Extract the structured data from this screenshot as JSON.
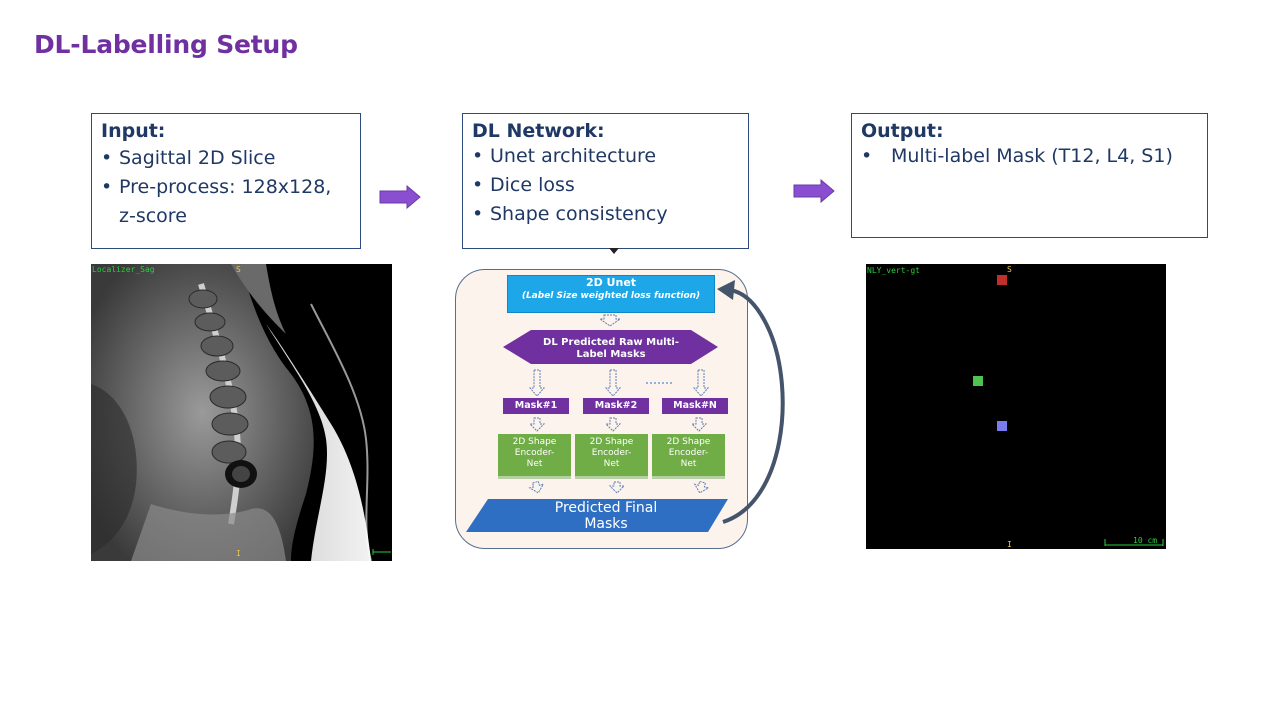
{
  "title": "DL-Labelling Setup",
  "input": {
    "heading": "Input:",
    "items": [
      "Sagittal 2D Slice",
      "Pre-process: 128x128,",
      "z-score"
    ]
  },
  "network": {
    "heading": "DL Network:",
    "items": [
      "Unet architecture",
      "Dice loss",
      "Shape consistency"
    ]
  },
  "output": {
    "heading": "Output:",
    "items": [
      "Multi-label Mask (T12, L4, S1)"
    ]
  },
  "mri_image": {
    "series_label": "Localizer_Sag",
    "top_marker": "S",
    "bottom_marker": "I"
  },
  "diagram": {
    "unet_title": "2D Unet",
    "unet_subtitle": "(Label Size weighted loss function)",
    "predicted_raw_line1": "DL Predicted Raw Multi-",
    "predicted_raw_line2": "Label Masks",
    "masks": [
      "Mask#1",
      "Mask#2",
      "Mask#N"
    ],
    "encoders": [
      [
        "2D Shape",
        "Encoder-",
        "Net"
      ],
      [
        "2D Shape",
        "Encoder-",
        "Net"
      ],
      [
        "2D Shape",
        "Encoder-",
        "Net"
      ]
    ],
    "final_line1": "Predicted Final",
    "final_line2": "Masks"
  },
  "output_image": {
    "series_label": "NLY_vert-gt",
    "top_marker": "S",
    "bottom_marker": "I",
    "scale_label": "10 cm",
    "label_colors": {
      "T12": "#c0302a",
      "L4": "#4fc24f",
      "S1": "#7b7bf0"
    }
  },
  "colors": {
    "title": "#7030A0",
    "box_text": "#1F3864",
    "arrow": "#8a4fd0",
    "unet": "#1ea7e8",
    "mask": "#7030A0",
    "encoder": "#70ad47",
    "final": "#2e6fc4"
  }
}
